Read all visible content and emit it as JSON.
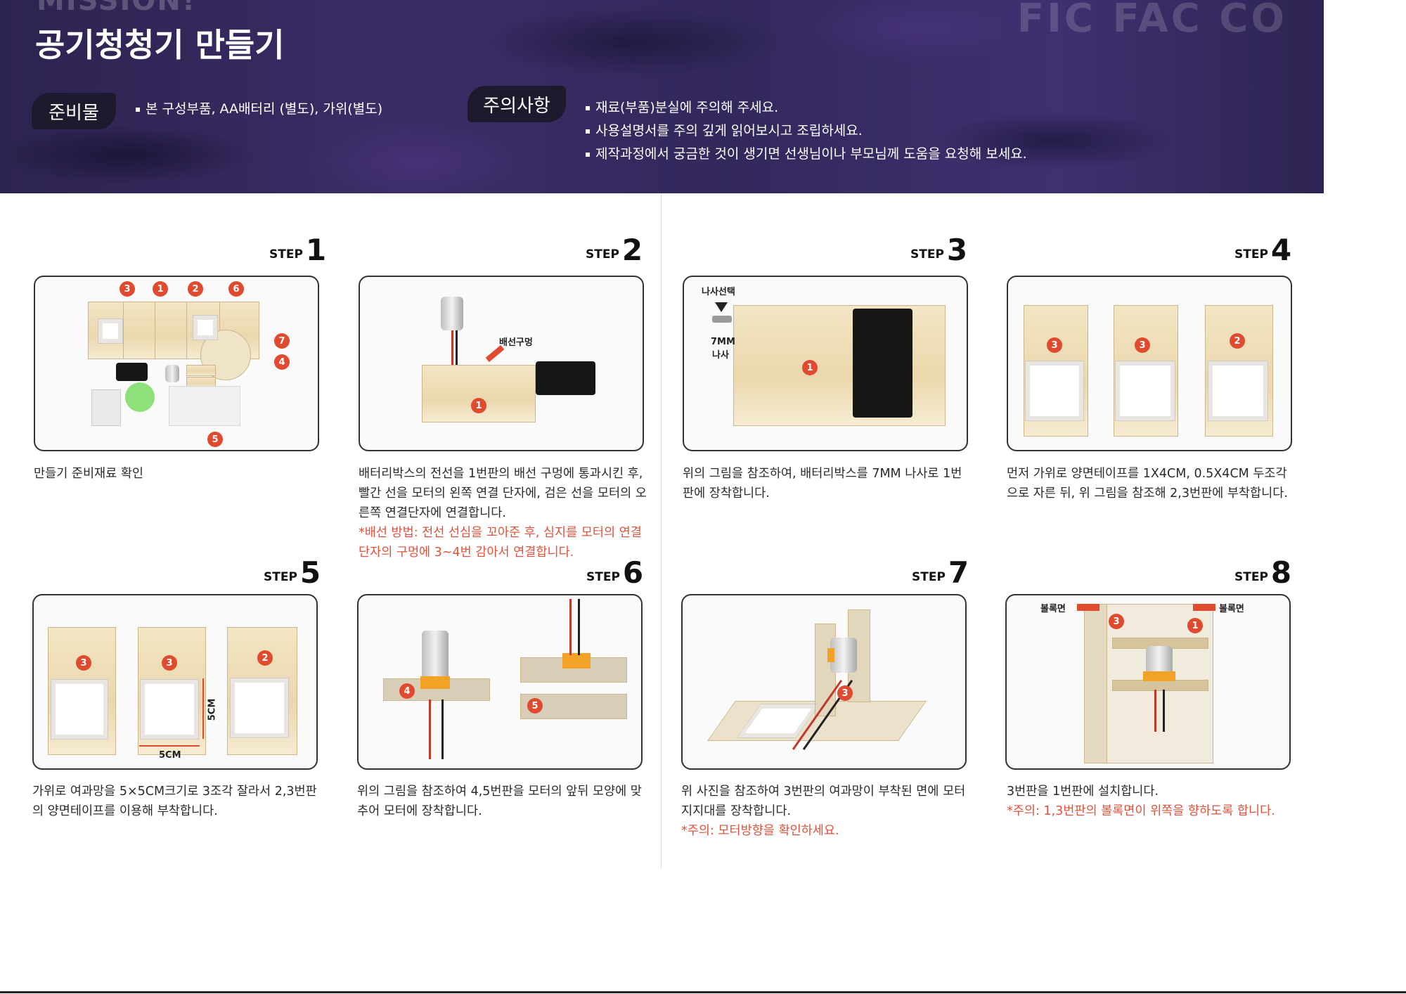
{
  "header": {
    "mission": "MISSION!",
    "title": "공기청청기 만들기",
    "brand": "FIC FAC CO",
    "prep_label": "준비물",
    "prep_items": "본 구성부품, AA배터리 (별도), 가위(별도)",
    "notice_label": "주의사항",
    "notices": [
      "재료(부품)분실에 주의해 주세요.",
      "사용설명서를 주의 깊게 읽어보시고 조립하세요.",
      "제작과정에서 궁금한 것이 생기면 선생님이나 부모님께 도움을 요청해 보세요."
    ]
  },
  "step_word": "STEP",
  "steps": [
    {
      "num": "1",
      "text": "만들기 준비재료 확인",
      "note": ""
    },
    {
      "num": "2",
      "text": "배터리박스의 전선을 1번판의 배선 구멍에 통과시킨 후, 빨간 선을 모터의 왼쪽 연결 단자에, 검은 선을 모터의 오른쪽 연결단자에 연결합니다.",
      "note": "*배선 방법: 전선 선심을 꼬아준 후, 심지를 모터의 연결단자의 구멍에 3~4번 감아서 연결합니다."
    },
    {
      "num": "3",
      "text": "위의 그림을 참조하여, 배터리박스를 7MM 나사로 1번판에 장착합니다.",
      "note": ""
    },
    {
      "num": "4",
      "text": "먼저 가위로 양면테이프를 1X4CM, 0.5X4CM 두조각으로 자른 뒤, 위 그림을 참조해 2,3번판에 부착합니다.",
      "note": ""
    },
    {
      "num": "5",
      "text": "가위로 여과망을 5×5CM크기로 3조각 잘라서 2,3번판의 양면테이프를 이용해 부착합니다.",
      "note": ""
    },
    {
      "num": "6",
      "text": "위의 그림을 참조하여 4,5번판을 모터의 앞뒤 모양에 맞추어 모터에 장착합니다.",
      "note": ""
    },
    {
      "num": "7",
      "text": "위 사진을 참조하여 3번판의 여과망이 부착된 면에 모터 지지대를 장착합니다.",
      "note": "*주의: 모터방향을 확인하세요."
    },
    {
      "num": "8",
      "text": "3번판을 1번판에 설치합니다.",
      "note": "*주의: 1,3번판의 볼록면이 위쪽을 향하도록 합니다."
    }
  ],
  "figure_labels": {
    "wire_hole": "배선구멍",
    "screw_select": "나사선택",
    "screw_size": "7MM",
    "screw_word": "나사",
    "size_5cm_v": "5CM",
    "size_5cm_h": "5CM",
    "convex_left": "볼록면",
    "convex_right": "볼록면"
  },
  "colors": {
    "banner": "#33285c",
    "badge": "#e04a2e",
    "note": "#e0523a"
  }
}
